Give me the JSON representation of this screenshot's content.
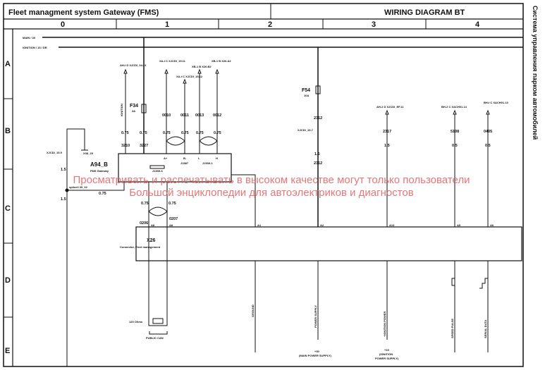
{
  "header": {
    "title": "Fleet managment system Gateway (FMS)",
    "diagram_label": "WIRING DIAGRAM  BT",
    "side_title": "Система управления парком автомобилей"
  },
  "columns": [
    "0",
    "1",
    "2",
    "3",
    "4"
  ],
  "rows": [
    "A",
    "B",
    "C",
    "D",
    "E"
  ],
  "rails": {
    "main": "MAIN / 30",
    "ignition": "IGNITION / 15 / DR"
  },
  "fuses": [
    {
      "name": "F34",
      "rating": "3A"
    },
    {
      "name": "F54",
      "rating": "10A"
    }
  ],
  "module": {
    "name": "A94_B",
    "desc": "FMS Gateway",
    "can1": "J1587",
    "can2": "J1939-1",
    "can3": "J1939-6",
    "pins": [
      "A+",
      "B-",
      "L",
      "H"
    ]
  },
  "connector": {
    "name": "X26",
    "desc": "Connector, Fleet management",
    "pins": [
      "A8",
      "A8",
      "A1",
      "A2",
      "A13",
      "A5",
      "A6"
    ]
  },
  "wires": {
    "top_refs": [
      "AH-I D XJCDI_04.13",
      "XA-I C XJCDI_15.11",
      "XA-I C XJCDI_15.12",
      "XB-1 B X26.B2",
      "XB-1 B X26.A2",
      "AH-2 D XJCDI_EF.11",
      "BH-2 C XACH01.14",
      "BH-I C XACH01.13"
    ],
    "numbers": [
      "0010",
      "0011",
      "0013",
      "0012",
      "3210",
      "3227",
      "2312",
      "2317",
      "5108",
      "0405",
      "0206",
      "0207"
    ],
    "sizes": [
      "0.75",
      "1.5",
      "0.5"
    ],
    "labels": [
      "IGNITION",
      "XJCDI_15.7",
      "XJCDI_15.9",
      "X38_25",
      "splice3 39_02"
    ]
  },
  "bottom": {
    "resistor": "120 Ohms",
    "public_can": "PUBLIC CAN",
    "ground": "GROUND",
    "power": "POWER SUPPLY",
    "ign_power": "+IGNITION POWER",
    "speed": "SPEED PULSE",
    "serial": "SERIAL DATA",
    "plus30": "+30",
    "plus30_desc": "(MAIN POWER SUPPLY)",
    "plus15": "+15",
    "plus15_desc1": "(IGNITION",
    "plus15_desc2": "POWER SUPPLY)"
  },
  "watermark": {
    "line1": "Просматривать и распечатывать в высоком качестве могут только пользователи",
    "line2": "Большой энциклопедии для автоэлектриков и диагностов"
  }
}
